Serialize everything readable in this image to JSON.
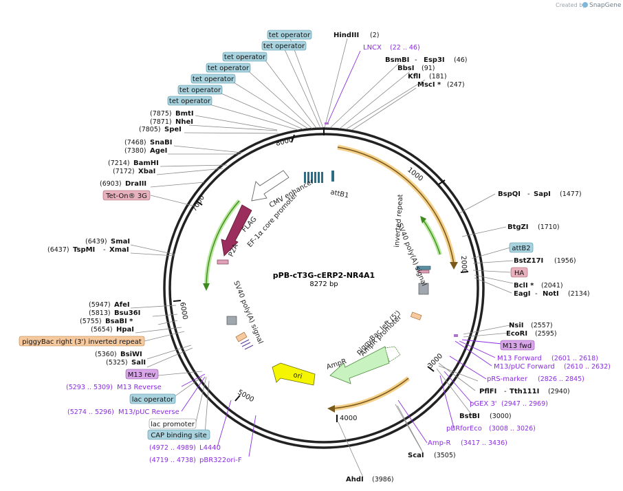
{
  "credit": {
    "created_by": "Created by",
    "brand": "SnapGene"
  },
  "plasmid": {
    "name": "pPB-cT3G-cERP2-NR4A1",
    "size": "8272 bp"
  },
  "ticks": [
    "1000",
    "2000",
    "3000",
    "4000",
    "5000",
    "6000",
    "7000",
    "8000"
  ],
  "colors": {
    "boxed_blue": "#a9d3df",
    "boxed_pink": "#e6b0bd",
    "boxed_purple": "#d7a5e8",
    "boxed_orange": "#f6c99f",
    "site_purple": "#8a2be2",
    "backbone": "#222222",
    "feat_orange": "#f0b84a",
    "feat_green": "#7ed04b",
    "feat_maroon": "#9c2e5e",
    "feat_yellow": "#f5f500",
    "feat_ampr": "#c8f2c0"
  },
  "labels": {
    "tet1": "tet operator",
    "tet2": "tet operator",
    "tet3": "tet operator",
    "tet4": "tet operator",
    "tet5": "tet operator",
    "tet6": "tet operator",
    "tet7": "tet operator",
    "hindiii": "HindIII",
    "hindiii_pos": "(2)",
    "lncx": "LNCX",
    "lncx_pos": "(22 .. 46)",
    "bsmbi": "BsmBI",
    "esp3i": "Esp3I",
    "dash": "-",
    "bsmbi_pos": "(46)",
    "bbsi": "BbsI",
    "bbsi_pos": "(91)",
    "kfli": "KflI",
    "kfli_pos": "(181)",
    "msci": "MscI *",
    "msci_pos": "(247)",
    "bmti_pos": "(7875)",
    "bmti": "BmtI",
    "nhei_pos": "(7871)",
    "nhei": "NheI",
    "spei_pos": "(7805)",
    "spei": "SpeI",
    "snabi_pos": "(7468)",
    "snabi": "SnaBI",
    "agei_pos": "(7380)",
    "agei": "AgeI",
    "bamhi_pos": "(7214)",
    "bamhi": "BamHI",
    "xbai_pos": "(7172)",
    "xbai": "XbaI",
    "draiii_pos": "(6903)",
    "draiii": "DraIII",
    "teton": "Tet-On® 3G",
    "smai_pos": "(6439)",
    "smai": "SmaI",
    "tspmi_pos": "(6437)",
    "tspmi": "TspMI",
    "xmai": "XmaI",
    "afei_pos": "(5947)",
    "afei": "AfeI",
    "bsu36i_pos": "(5813)",
    "bsu36i": "Bsu36I",
    "bsabi_pos": "(5755)",
    "bsabi": "BsaBI *",
    "hpai_pos": "(5654)",
    "hpai": "HpaI",
    "pbright": "piggyBac right (3') inverted repeat",
    "bsiwi_pos": "(5360)",
    "bsiwi": "BsiWI",
    "sali_pos": "(5325)",
    "sali": "SalI",
    "m13rev": "M13 rev",
    "m13reverse_pos": "(5293 .. 5309)",
    "m13reverse": "M13 Reverse",
    "lacop": "lac operator",
    "m13puc_rev_pos": "(5274 .. 5296)",
    "m13puc_rev": "M13/pUC Reverse",
    "lacprom": "lac promoter",
    "cap": "CAP binding site",
    "l4440_pos": "(4972 .. 4989)",
    "l4440": "L4440",
    "pbr322_pos": "(4719 .. 4738)",
    "pbr322": "pBR322ori-F",
    "ahdi": "AhdI",
    "ahdi_pos": "(3986)",
    "scai": "ScaI",
    "scai_pos": "(3505)",
    "ampr_site": "Amp-R",
    "ampr_site_pos": "(3417 .. 3436)",
    "pbrforeco": "pBRforEco",
    "pbrforeco_pos": "(3008 .. 3026)",
    "bstbi": "BstBI",
    "bstbi_pos": "(3000)",
    "pgex": "pGEX 3'",
    "pgex_pos": "(2947 .. 2969)",
    "pflfi": "PflFI",
    "tth111i": "Tth111I",
    "pflfi_pos": "(2940)",
    "prs": "pRS-marker",
    "prs_pos": "(2826 .. 2845)",
    "m13puc_fwd": "M13/pUC Forward",
    "m13puc_fwd_pos": "(2610 .. 2632)",
    "m13forward": "M13 Forward",
    "m13forward_pos": "(2601 .. 2618)",
    "m13fwd": "M13 fwd",
    "ecori": "EcoRI",
    "ecori_pos": "(2595)",
    "nsii": "NsiI",
    "nsii_pos": "(2557)",
    "eagi": "EagI",
    "noti": "NotI",
    "eagi_pos": "(2134)",
    "bcli": "BclI *",
    "bcli_pos": "(2041)",
    "ha": "HA",
    "bstz17i": "BstZ17I",
    "bstz17i_pos": "(1956)",
    "attb2": "attB2",
    "btgzi": "BtgZI",
    "btgzi_pos": "(1710)",
    "bspqi": "BspQI",
    "sapi": "SapI",
    "bspqi_pos": "(1477)"
  },
  "inner": {
    "cmv": "CMV enhancer",
    "attb1": "attB1",
    "ef1a": "EF-1α core promoter",
    "flag": "FLAG",
    "p2a": "P2A",
    "sv40_left": "SV40 poly(A) signal",
    "sv40_right": "SV40 poly(A) signal",
    "inverted": "inverted repeat",
    "pbleft": "piggyBac left (5')",
    "amprprom": "AmpR promoter",
    "ampr": "AmpR",
    "ori": "ori"
  }
}
